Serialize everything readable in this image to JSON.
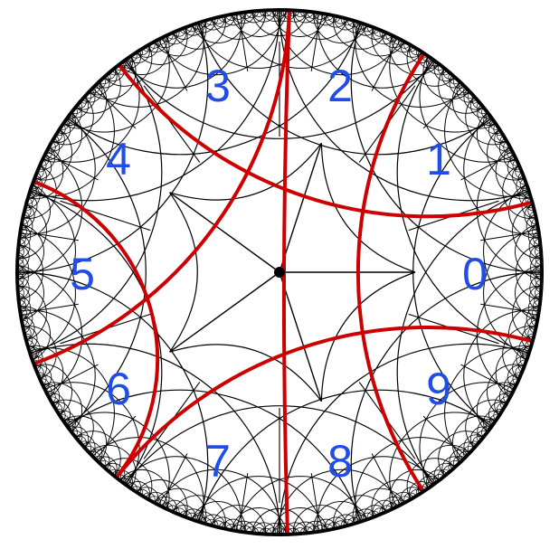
{
  "diagram": {
    "labels": [
      "0",
      "1",
      "2",
      "3",
      "4",
      "5",
      "6",
      "7",
      "8",
      "9"
    ],
    "colors": {
      "background": "#ffffff",
      "boundary": "#000000",
      "tiling_edges": "#000000",
      "geodesics": "#cc0000",
      "labels": "#1f4de6",
      "center_point": "#000000"
    }
  }
}
